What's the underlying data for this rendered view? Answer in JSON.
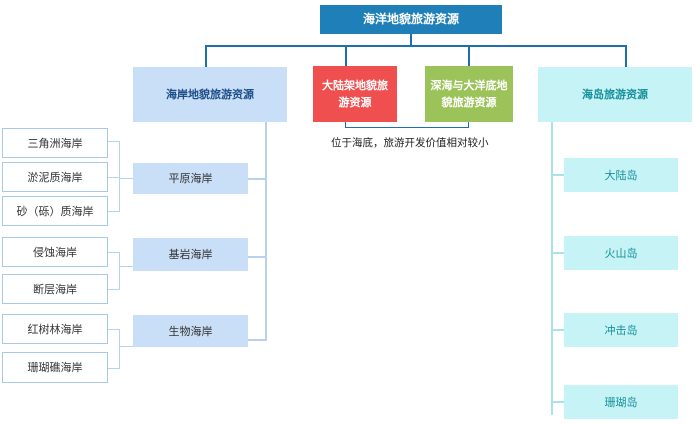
{
  "root": "海洋地貌旅游资源",
  "categories": {
    "coastal": "海岸地貌旅游资源",
    "shelf": "大陆架地貌旅游资源",
    "deep_sea": "深海与大洋底地貌旅游资源",
    "island": "海岛旅游资源"
  },
  "note": "位于海底，旅游开发价值相对较小",
  "coast_types": [
    {
      "label": "平原海岸",
      "subtypes": [
        "三角洲海岸",
        "淤泥质海岸",
        "砂（砾）质海岸"
      ]
    },
    {
      "label": "基岩海岸",
      "subtypes": [
        "侵蚀海岸",
        "断层海岸"
      ]
    },
    {
      "label": "生物海岸",
      "subtypes": [
        "红树林海岸",
        "珊瑚礁海岸"
      ]
    }
  ],
  "islands": [
    "大陆岛",
    "火山岛",
    "冲击岛",
    "珊瑚岛"
  ],
  "colors": {
    "root": "#1f7fb8",
    "coastal": "#c9def7",
    "shelf": "#ef4f4f",
    "deep_sea": "#9bc35a",
    "island": "#c6f3f6"
  }
}
